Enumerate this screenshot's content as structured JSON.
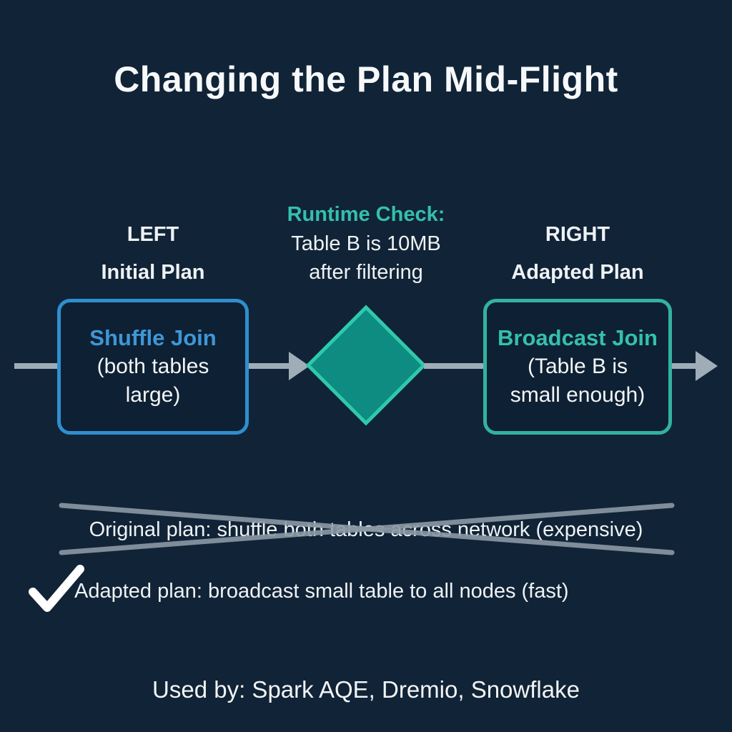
{
  "title": "Changing the Plan Mid-Flight",
  "columns": {
    "left": {
      "position_label": "LEFT",
      "plan_label": "Initial Plan"
    },
    "center": {
      "heading": "Runtime Check:",
      "line1": "Table B is 10MB",
      "line2": "after filtering"
    },
    "right": {
      "position_label": "RIGHT",
      "plan_label": "Adapted Plan"
    }
  },
  "nodes": {
    "shuffle_join": {
      "title": "Shuffle Join",
      "subtitle": "(both tables large)"
    },
    "broadcast_join": {
      "title": "Broadcast Join",
      "subtitle": "(Table B is small enough)"
    }
  },
  "notes": {
    "rejected": "Original plan: shuffle both tables across network (expensive)",
    "accepted": "Adapted plan: broadcast small table to all nodes (fast)"
  },
  "footer": "Used by: Spark AQE, Dremio, Snowflake",
  "colors": {
    "background": "#112336",
    "accent_blue": "#3e97d6",
    "accent_teal": "#35bfae",
    "diamond_fill": "#0e8c82",
    "diamond_border": "#2fc9ae",
    "connector_gray": "#9fadb9",
    "strike_gray": "#8b99a6"
  }
}
